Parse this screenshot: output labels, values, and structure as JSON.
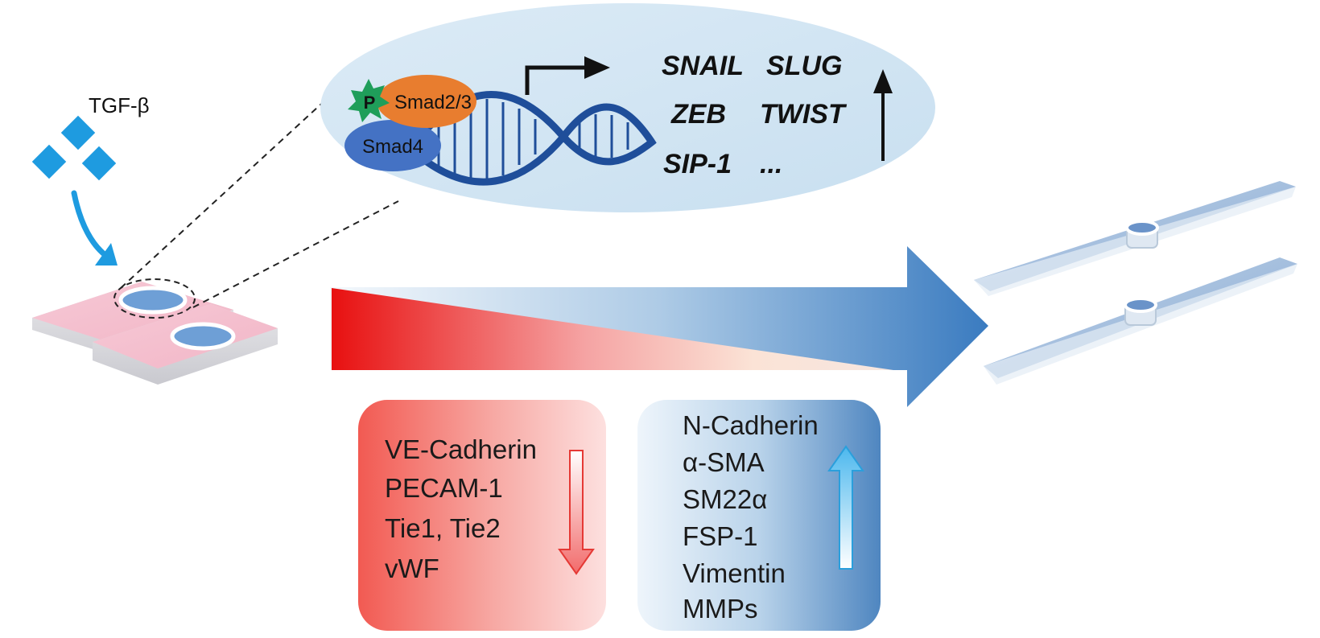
{
  "ligand": {
    "label": "TGF-β",
    "color": "#1e9be0"
  },
  "nucleus_bubble": {
    "phospho_label": "P",
    "smad23_label": "Smad2/3",
    "smad4_label": "Smad4",
    "genes": [
      "SNAIL",
      "SLUG",
      "ZEB",
      "TWIST",
      "SIP-1",
      "..."
    ],
    "gene_trend": "up"
  },
  "endothelial_markers": {
    "items": [
      "VE-Cadherin",
      "PECAM-1",
      "Tie1, Tie2",
      "vWF"
    ],
    "trend": "down",
    "color": "#ef3b3b"
  },
  "mesenchymal_markers": {
    "items": [
      "N-Cadherin",
      "α-SMA",
      "SM22α",
      "FSP-1",
      "Vimentin",
      "MMPs"
    ],
    "trend": "up",
    "color": "#3f7fbf"
  },
  "colors": {
    "smad23": "#e87d2f",
    "smad4": "#4472c4",
    "phospho": "#1f9e5a",
    "dna": "#1f4e9a",
    "bubble": "#cfe3f1",
    "transition_start": "#e81010",
    "transition_end": "#3a7bc0"
  }
}
